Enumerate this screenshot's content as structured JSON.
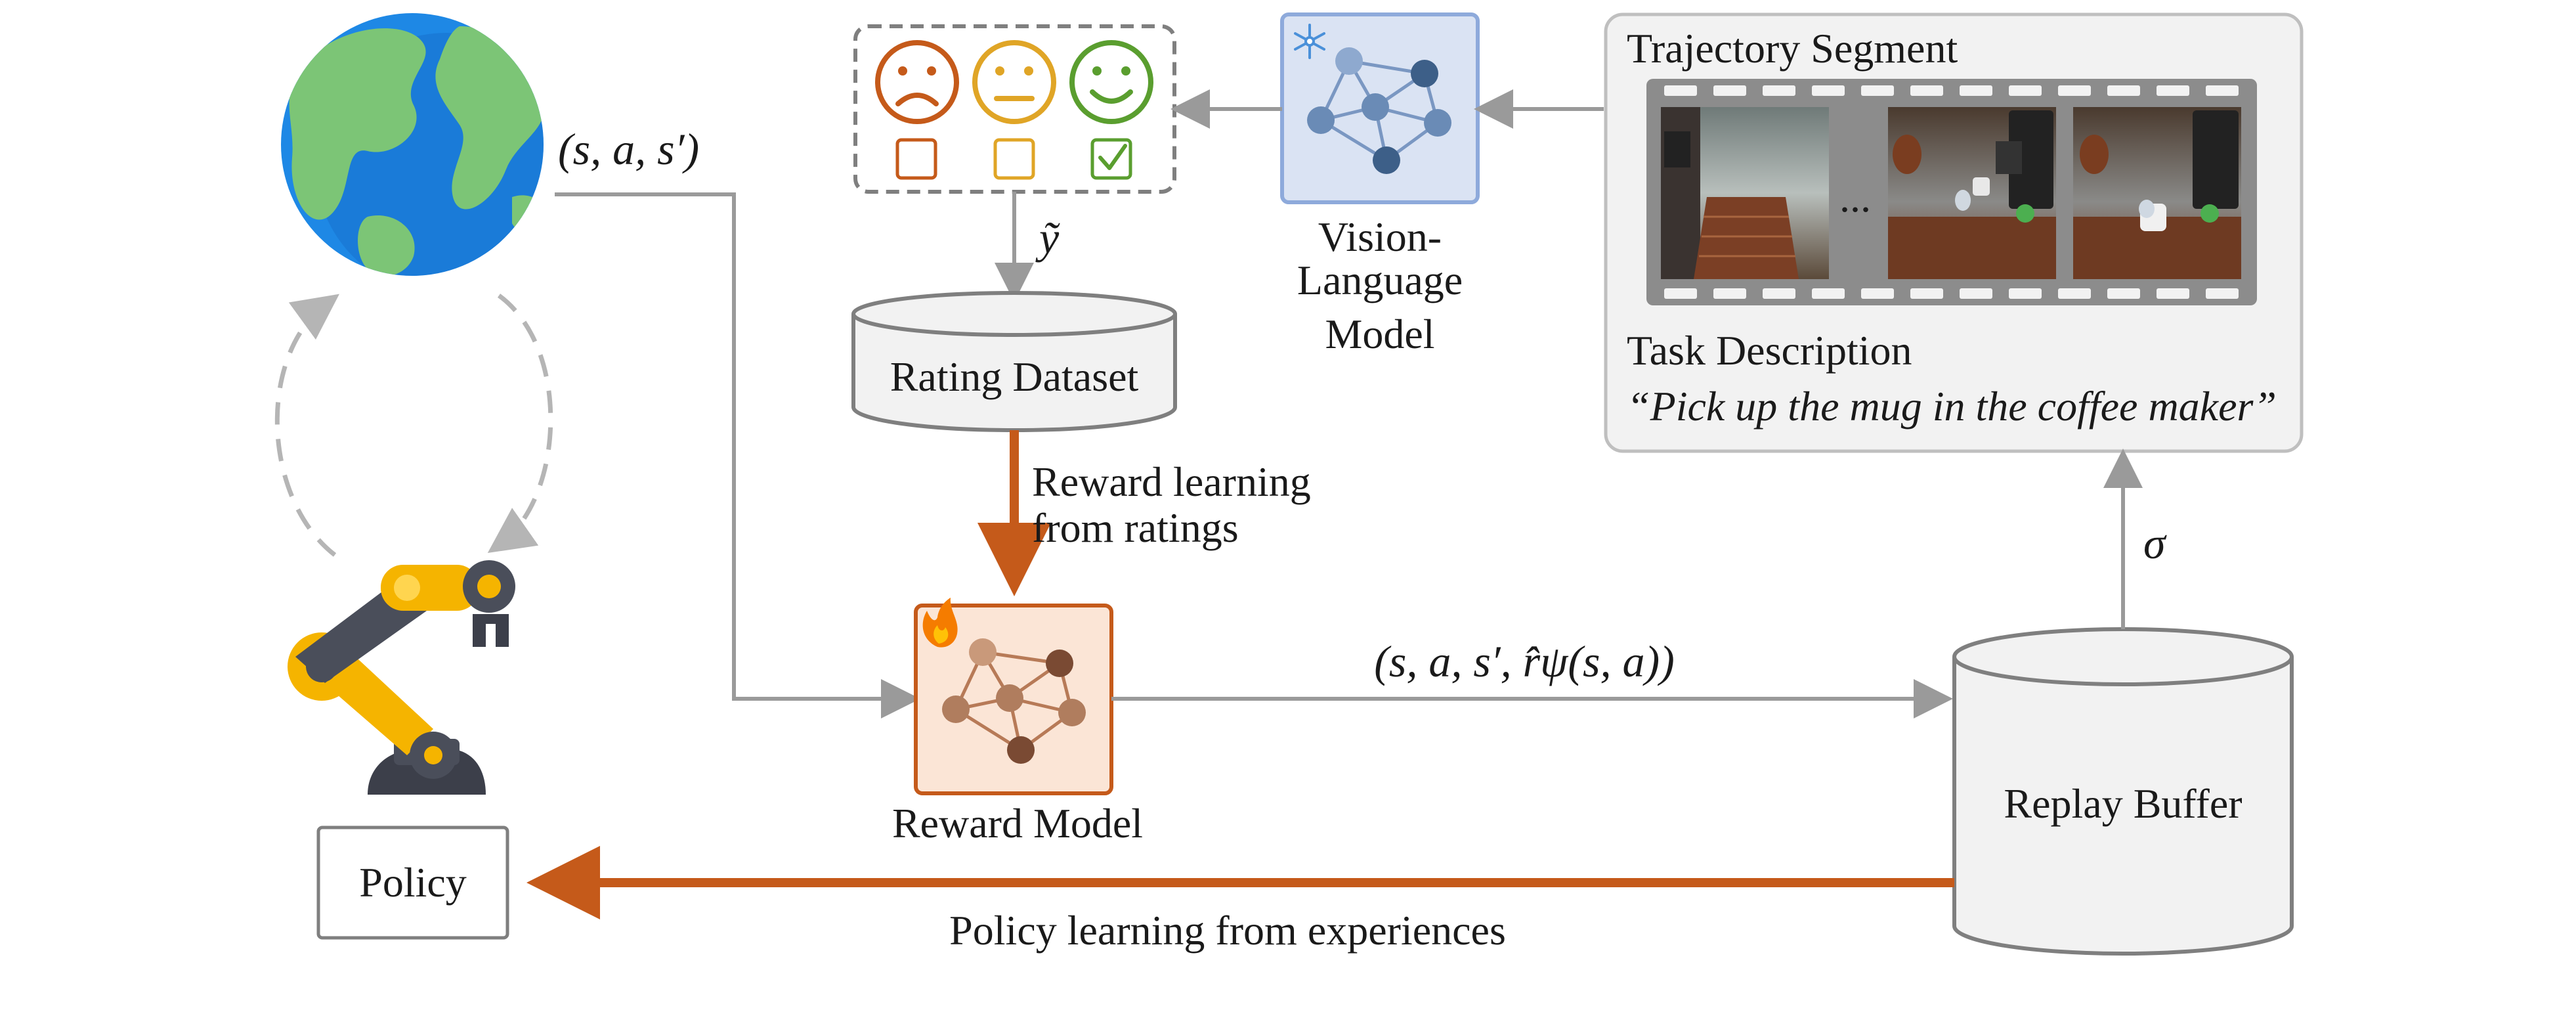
{
  "labels": {
    "tuple": "(s, a, s′)",
    "y_tilde": "ỹ",
    "rating_dataset": "Rating Dataset",
    "reward_learning_line1": "Reward learning",
    "reward_learning_line2": "from ratings",
    "vlm_line1": "Vision-",
    "vlm_line2": "Language",
    "vlm_line3": "Model",
    "trajectory_segment": "Trajectory Segment",
    "ellipsis": "...",
    "task_description": "Task Description",
    "task_text": "“Pick up the mug in the coffee maker”",
    "reward_model": "Reward Model",
    "tuple_with_reward": "(s, a, s′, r̂ψ(s, a))",
    "sigma": "σ",
    "replay_buffer": "Replay Buffer",
    "policy": "Policy",
    "policy_learning": "Policy learning from experiences"
  },
  "icons": {
    "world": "earth-globe-icon",
    "robot": "robot-arm-icon",
    "snowflake": "snowflake-icon",
    "fire": "fire-icon",
    "sad": "sad-face-icon",
    "neutral": "neutral-face-icon",
    "happy": "happy-face-icon"
  },
  "colors": {
    "orange_accent": "#c55a1a",
    "grey_line": "#9a9a9a",
    "vlm_fill": "#dae3f3",
    "vlm_stroke": "#8eaadb",
    "reward_fill": "#fbe5d6",
    "sad": "#c55a1a",
    "neutral": "#e0a526",
    "happy": "#5a9e2f"
  }
}
